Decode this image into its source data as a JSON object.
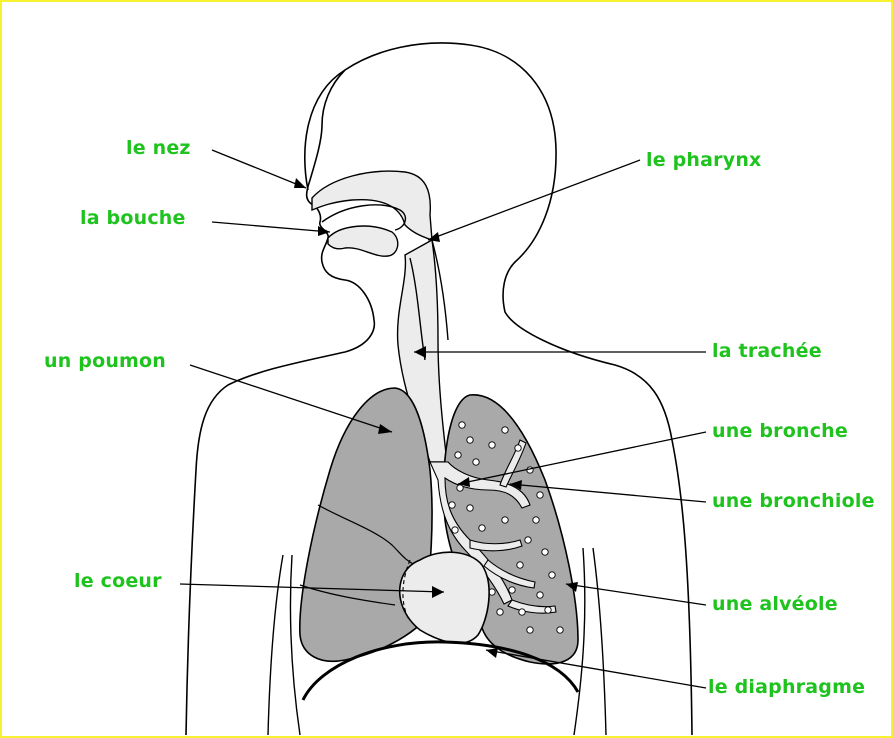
{
  "diagram": {
    "labels": {
      "nez": "le nez",
      "bouche": "la bouche",
      "poumon": "un poumon",
      "coeur": "le coeur",
      "pharynx": "le pharynx",
      "trachee": "la trachée",
      "bronche": "une bronche",
      "bronchiole": "une bronchiole",
      "alveole": "une alvéole",
      "diaphragme": "le diaphragme"
    },
    "colors": {
      "label": "#1ec31e",
      "frame": "#f7f230",
      "lung_fill": "#a9a9a9",
      "airway_fill": "#ececec",
      "outline": "#000000"
    }
  }
}
